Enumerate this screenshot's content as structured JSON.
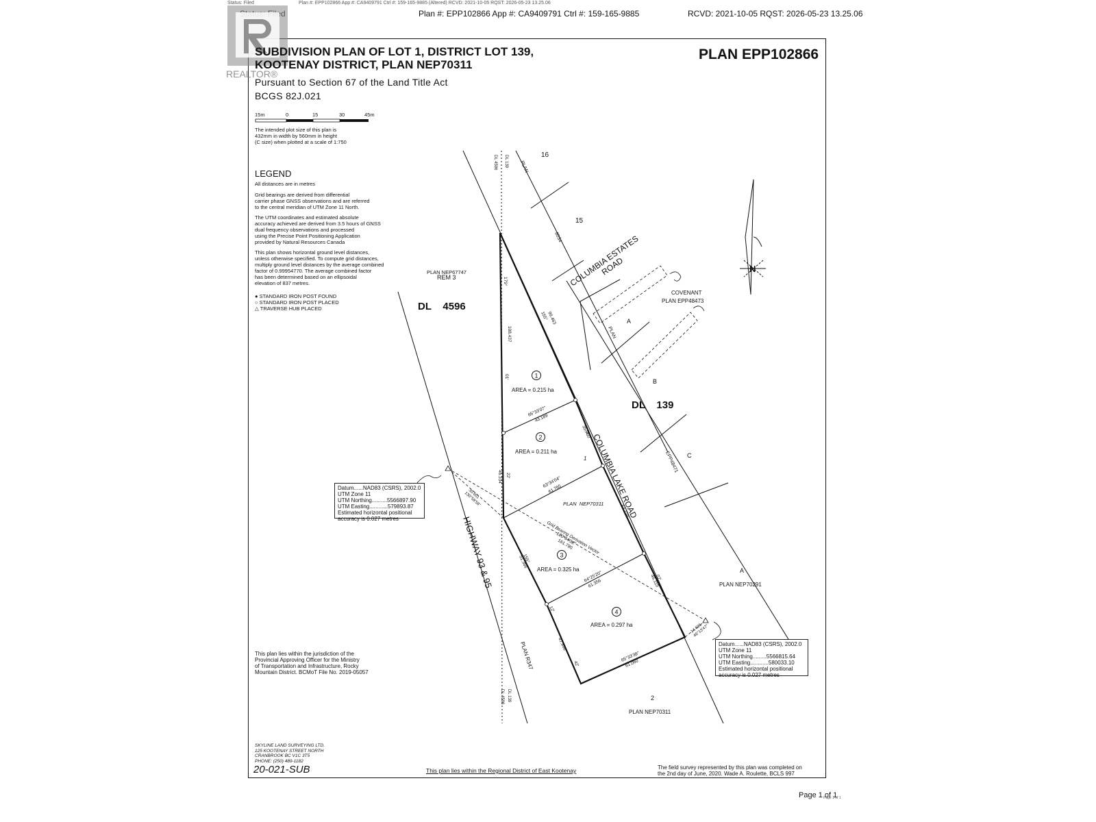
{
  "header": {
    "status": "Status: Filed",
    "ghost_line": "Plan #: EPP102866 App #: CA9409791 Ctrl #: 159-165-9885 (Altered) RCVD: 2021-10-05 RQST: 2026-05-23 13.25.06",
    "plan_info": "Plan #: EPP102866 App #: CA9409791 Ctrl #: 159-165-9885",
    "received": "RCVD: 2021-10-05 RQST: 2026-05-23 13.25.06"
  },
  "watermark": {
    "text": "REALTOR®"
  },
  "title": {
    "line1": "SUBDIVISION PLAN OF LOT 1, DISTRICT LOT 139,",
    "line2": "KOOTENAY DISTRICT, PLAN NEP70311",
    "plan_number": "PLAN EPP102866",
    "pursuant": "Pursuant to Section 67 of the Land Title Act",
    "bcgs": "BCGS  82J.021"
  },
  "scale_bar": {
    "labels": [
      "15m",
      "0",
      "15",
      "30",
      "45m"
    ]
  },
  "plot_note": [
    "The intended plot size of this plan is",
    "432mm in width by 560mm in height",
    "(C size) when plotted at a scale of 1:750"
  ],
  "legend": {
    "title": "LEGEND",
    "units": "All distances are in metres",
    "grid_bearings": [
      "Grid bearings are derived from differential",
      "carrier phase GNSS observations and are referred",
      "to the central meridian of UTM Zone 11 North."
    ],
    "utm_note": [
      "The UTM coordinates and estimated absolute",
      "accuracy achieved are derived from 3.5 hours of GNSS",
      "dual frequency observations and processed",
      "using the Precise Point Positioning Application",
      "provided by Natural Resources Canada"
    ],
    "distances_note": [
      "This plan shows horizontal ground level distances,",
      "unless otherwise specified. To compute grid distances,",
      "multiply ground level distances by the average combined",
      "factor of 0.99954770. The average combined factor",
      "has been determined based on an ellipsoidal",
      "elevation of 837 metres."
    ],
    "symbols": [
      "STANDARD IRON POST FOUND",
      "STANDARD IRON POST PLACED",
      "TRAVERSE HUB PLACED"
    ]
  },
  "map_labels": {
    "lot16": "16",
    "lot15": "15",
    "plan_rot": "PLAN",
    "n8034": "8034",
    "rem3": "REM 3",
    "plan_nep67747": "PLAN NEP67747",
    "dl4596": "DL    4596",
    "dl139": "DL    139",
    "columbia_estates": "COLUMBIA ESTATES",
    "road": "ROAD",
    "covenant": "COVENANT",
    "plan_epp48473": "PLAN EPP48473",
    "letter_a": "A",
    "letter_b": "B",
    "letter_c": "C",
    "letter_a2": "A",
    "plan_small": "PLAN",
    "epp48471": "EPP48471",
    "columbia_lake_road": "COLUMBIA LAKE ROAD",
    "highway": "HIGHWAY 93 & 95",
    "plan_nep70311_mid": "PLAN  NEP70311",
    "plan_nep70291": "PLAN NEP70291",
    "plan_r347": "PLAN R347",
    "lot2": "2",
    "plan_nep70311_bottom": "PLAN NEP70311",
    "dl_top_a": "DL 139",
    "dl_top_b": "DL 4596",
    "dl_bot_a": "DL 139",
    "dl_bot_b": "DL 4596",
    "grid_vector": "Grid Bearing Derivation Vector",
    "vector_bearing": "120°34'32\"",
    "vector_dist": "161.780",
    "small_one": "1"
  },
  "lots": [
    {
      "number": "1",
      "area": "AREA = 0.215 ha"
    },
    {
      "number": "2",
      "area": "AREA = 0.211 ha"
    },
    {
      "number": "3",
      "area": "AREA = 0.325 ha"
    },
    {
      "number": "4",
      "area": "AREA = 0.297 ha"
    }
  ],
  "dimensions": {
    "left_top_bearing": "179°",
    "left_top_dist": "108.437",
    "left_top_b2": "01'",
    "right_top_bearing": "155°",
    "right_top_dist": "99.463",
    "line12_bearing": "65°33'07\"",
    "line12_dist": "43.189",
    "right_mid_bearing": "31'",
    "right_mid_dist": "35.750",
    "left_mid_dist": "46.334",
    "left_mid_b": "22'",
    "line23_bearing": "63°34'04\"",
    "line23_dist": "61.765",
    "right_low_dist": "54.128",
    "left_low_bearing": "155°",
    "left_low_dist": "51.366",
    "line34_bearing": "64°25'20\"",
    "line34_dist": "61.356",
    "right_bot_bearing": "07'",
    "right_bot_dist": "45.119",
    "left_bot_b": "12'",
    "left_bot_dist": "47.898",
    "left_bot_b2": "42'",
    "line_bot_bearing": "65°33'38\"",
    "line_bot_dist": "61.060",
    "tie_left_dist": "30.601",
    "tie_left_bearing": "130°58'58\"",
    "tie_right_dist": "14.636",
    "tie_right_bearing": "46°13'47\""
  },
  "datum_left": [
    "Datum......NAD83 (CSRS), 2002.0",
    "UTM Zone 11",
    "UTM Northing..........5566897.90",
    "UTM Easting............579893.87",
    "Estimated horizontal positional",
    "accuracy is 0.027 metres"
  ],
  "datum_right": [
    "Datum......NAD83 (CSRS), 2002.0",
    "UTM Zone 11",
    "UTM Northing.........5566815.64",
    "UTM Easting............580033.10",
    "Estimated horizontal positional",
    "accuracy is 0.027 metres"
  ],
  "jurisdiction": [
    "This plan lies within the jurisdiction of the",
    "Provincial Approving Officer for the Ministry",
    "of Transportation and Infrastructure, Rocky",
    "Mountain District.  BCMoT File No. 2019-05057"
  ],
  "surveyor": [
    "SKYLINE LAND SURVEYING LTD.",
    "125 KOOTENAY STREET NORTH",
    "CRANBROOK BC V1C 3T5",
    "PHONE: (250) 489-1182"
  ],
  "file_no": "20-021-SUB",
  "regional_district": "This plan lies within the Regional District of East Kootenay",
  "field_survey": [
    "The field survey represented by this plan was completed on",
    "the 2nd day of June, 2020.   Wade A. Roulette, BCLS 997"
  ],
  "page": {
    "label": "Page 1 of 1",
    "tiny": "Page 1 of 1"
  },
  "north": "N"
}
